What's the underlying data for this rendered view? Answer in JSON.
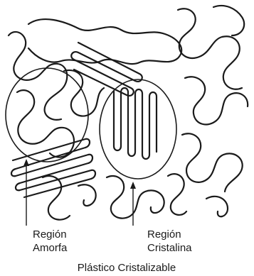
{
  "diagram": {
    "labels": {
      "amorphous_line1": "Región",
      "amorphous_line2": "Amorfa",
      "crystalline_line1": "Región",
      "crystalline_line2": "Cristalina",
      "caption": "Plástico Cristalizable"
    },
    "colors": {
      "ink": "#1a1a1a",
      "background": "#ffffff"
    }
  }
}
